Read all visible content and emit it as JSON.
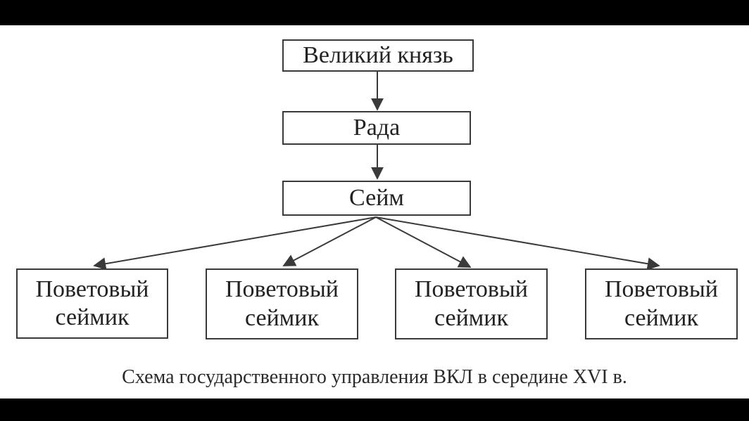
{
  "diagram": {
    "nodes": {
      "grand_prince": "Великий князь",
      "rada": "Рада",
      "sejm": "Сейм",
      "sejmiks": [
        {
          "line1": "Поветовый",
          "line2": "сеймик"
        },
        {
          "line1": "Поветовый",
          "line2": "сеймик"
        },
        {
          "line1": "Поветовый",
          "line2": "сеймик"
        },
        {
          "line1": "Поветовый",
          "line2": "сеймик"
        }
      ]
    },
    "caption": "Схема государственного управления ВКЛ в середине XVI в."
  },
  "colors": {
    "background": "#ffffff",
    "frame": "#000000",
    "line": "#3a3a3a",
    "text": "#222222"
  }
}
